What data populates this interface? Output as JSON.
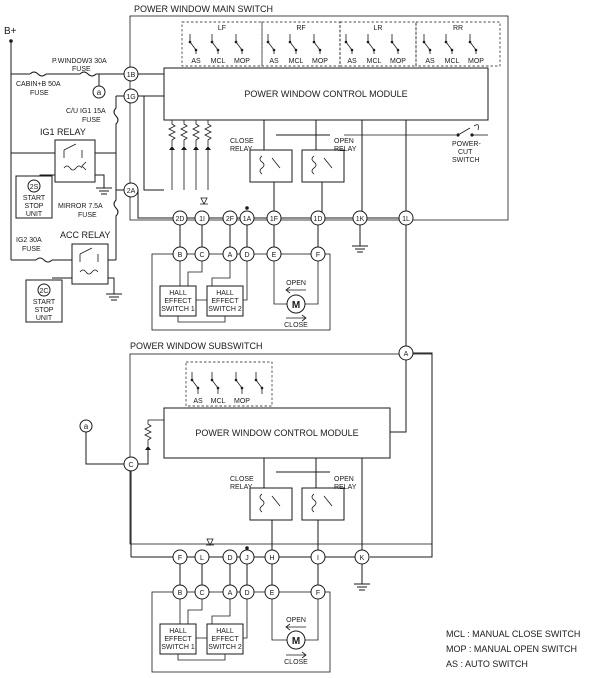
{
  "supply": {
    "label": "B+"
  },
  "main_switch": {
    "title": "POWER WINDOW MAIN SWITCH",
    "module_label": "POWER WINDOW CONTROL MODULE",
    "groups": [
      {
        "name": "LF",
        "switches": [
          "AS",
          "MCL",
          "MOP"
        ]
      },
      {
        "name": "RF",
        "switches": [
          "AS",
          "MCL",
          "MOP"
        ]
      },
      {
        "name": "LR",
        "switches": [
          "AS",
          "MCL",
          "MOP"
        ]
      },
      {
        "name": "RR",
        "switches": [
          "AS",
          "MCL",
          "MOP"
        ]
      }
    ],
    "close_relay": [
      "CLOSE",
      "RELAY"
    ],
    "open_relay": [
      "OPEN",
      "RELAY"
    ],
    "power_cut": [
      "POWER-",
      "CUT",
      "SWITCH"
    ],
    "connectors": [
      "1B",
      "1G",
      "2A",
      "2D",
      "1I",
      "2F",
      "1A",
      "1F",
      "1D",
      "1K",
      "1L"
    ]
  },
  "fuses": {
    "pwindow": [
      "P.WINDOW3 30A",
      "FUSE"
    ],
    "cabin": [
      "CABIN+B 50A",
      "FUSE"
    ],
    "cu_ig1": [
      "C/U IG1 15A",
      "FUSE"
    ],
    "mirror": [
      "MIRROR 7.5A",
      "FUSE"
    ],
    "ig2": [
      "IG2 30A",
      "FUSE"
    ]
  },
  "relays": {
    "ig1": "IG1 RELAY",
    "acc": "ACC RELAY"
  },
  "start_stop_units": [
    {
      "id": "2S",
      "label": [
        "START",
        "STOP",
        "UNIT"
      ]
    },
    {
      "id": "2C",
      "label": [
        "START",
        "STOP",
        "UNIT"
      ]
    }
  ],
  "ref_marker": "a",
  "motor_front": {
    "pins": [
      "B",
      "C",
      "A",
      "D",
      "E",
      "F"
    ],
    "hall1": [
      "HALL",
      "EFFECT",
      "SWITCH 1"
    ],
    "hall2": [
      "HALL",
      "EFFECT",
      "SWITCH 2"
    ],
    "motor": "M",
    "open": "OPEN",
    "close": "CLOSE"
  },
  "sub_switch": {
    "title": "POWER WINDOW SUBSWITCH",
    "module_label": "POWER WINDOW CONTROL MODULE",
    "switches": [
      "AS",
      "MCL",
      "MOP"
    ],
    "close_relay": [
      "CLOSE",
      "RELAY"
    ],
    "open_relay": [
      "OPEN",
      "RELAY"
    ],
    "connectors": [
      "A",
      "C",
      "F",
      "L",
      "D",
      "J",
      "H",
      "I",
      "K"
    ]
  },
  "motor_rear": {
    "pins": [
      "B",
      "C",
      "A",
      "D",
      "E",
      "F"
    ],
    "hall1": [
      "HALL",
      "EFFECT",
      "SWITCH 1"
    ],
    "hall2": [
      "HALL",
      "EFFECT",
      "SWITCH 2"
    ],
    "motor": "M",
    "open": "OPEN",
    "close": "CLOSE"
  },
  "legend": [
    "MCL : MANUAL CLOSE SWITCH",
    "MOP : MANUAL OPEN SWITCH",
    "AS : AUTO SWITCH"
  ]
}
